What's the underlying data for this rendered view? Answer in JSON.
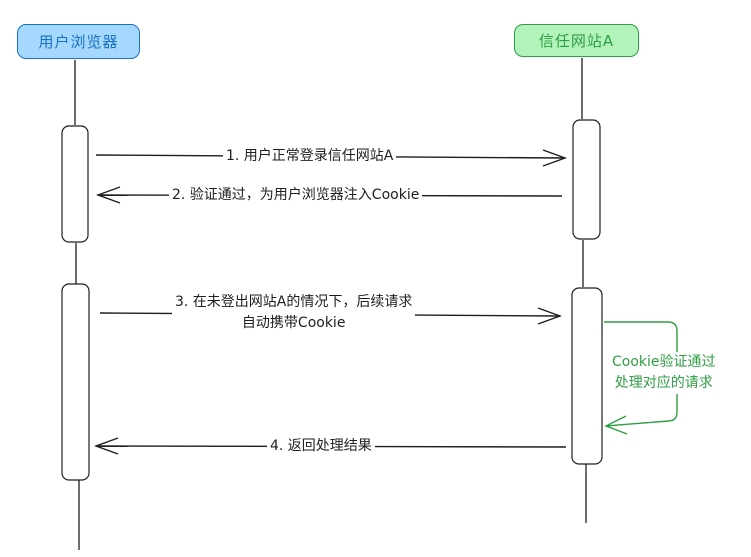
{
  "diagram": {
    "type": "sequence",
    "colors": {
      "browser_fill": "#a5d8ff",
      "browser_stroke": "#1971c2",
      "site_fill": "#b2f2bb",
      "site_stroke": "#2f9e44",
      "line": "#1e1e1e",
      "self_message": "#2f9e44"
    },
    "actors": [
      {
        "id": "browser",
        "label": "用户浏览器"
      },
      {
        "id": "site",
        "label": "信任网站A"
      }
    ],
    "messages": [
      {
        "step": 1,
        "from": "browser",
        "to": "site",
        "label": "1. 用户正常登录信任网站A"
      },
      {
        "step": 2,
        "from": "site",
        "to": "browser",
        "label": "2. 验证通过，为用户浏览器注入Cookie"
      },
      {
        "step": 3,
        "from": "browser",
        "to": "site",
        "label_line1": "3. 在未登出网站A的情况下，后续请求",
        "label_line2": "自动携带Cookie"
      },
      {
        "step": 4,
        "from": "site",
        "to": "browser",
        "label": "4. 返回处理结果"
      }
    ],
    "self_message": {
      "actor": "site",
      "label_line1": "Cookie验证通过",
      "label_line2": "处理对应的请求"
    }
  }
}
